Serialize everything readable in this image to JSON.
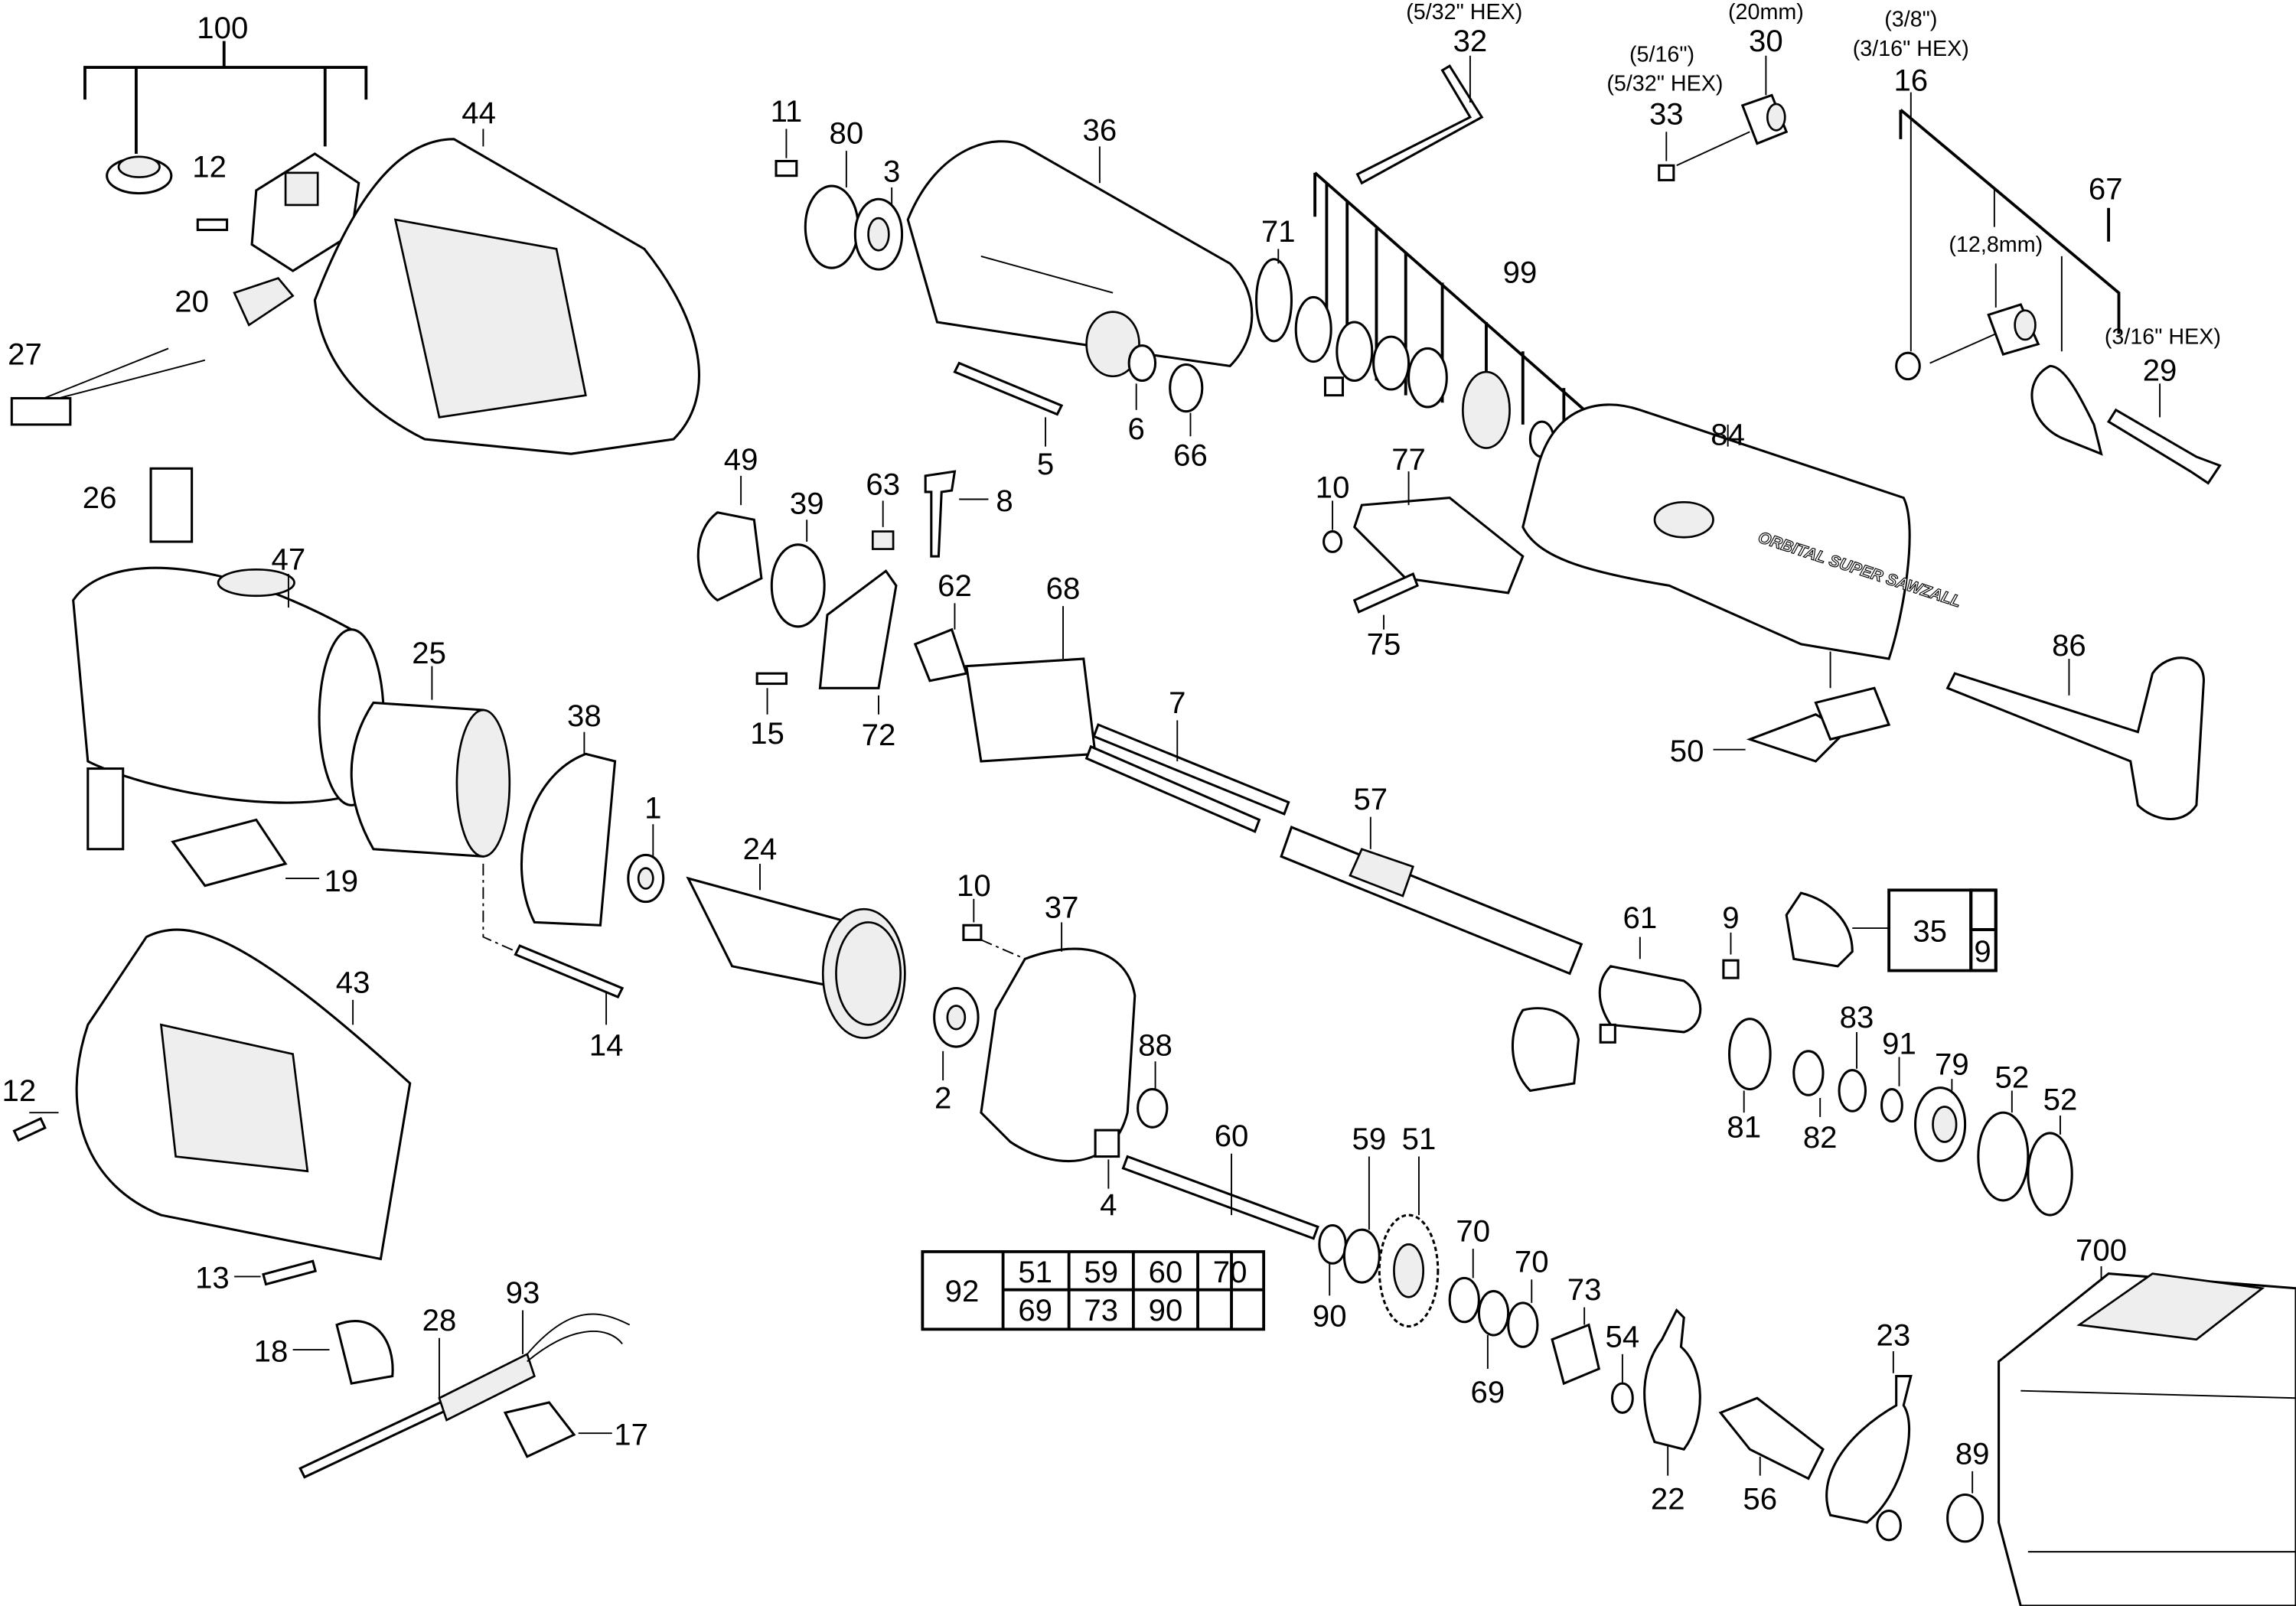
{
  "diagram": {
    "labels": {
      "l100": "100",
      "l44": "44",
      "l12a": "12",
      "l20": "20",
      "l27": "27",
      "l26": "26",
      "l47": "47",
      "l25": "25",
      "l38": "38",
      "l1": "1",
      "l19": "19",
      "l24": "24",
      "l43": "43",
      "l12b": "12",
      "l14": "14",
      "l13": "13",
      "l18": "18",
      "l28": "28",
      "l93": "93",
      "l17": "17",
      "l11": "11",
      "l80": "80",
      "l3": "3",
      "l36": "36",
      "l71": "71",
      "l5": "5",
      "l6": "6",
      "l66": "66",
      "l49": "49",
      "l39": "39",
      "l63": "63",
      "l8": "8",
      "l62": "62",
      "l68": "68",
      "l15": "15",
      "l72": "72",
      "l7": "7",
      "l57": "57",
      "l32": "32",
      "l33": "33",
      "l30": "30",
      "l16": "16",
      "l67": "67",
      "l29": "29",
      "l99": "99",
      "l84": "84",
      "l77": "77",
      "l10a": "10",
      "l75": "75",
      "l86": "86",
      "l50": "50",
      "l10b": "10",
      "l37": "37",
      "l61": "61",
      "l9": "9",
      "l2": "2",
      "l88": "88",
      "l4": "4",
      "l60": "60",
      "l81": "81",
      "l82": "82",
      "l83": "83",
      "l91": "91",
      "l79": "79",
      "l52a": "52",
      "l52b": "52",
      "l59": "59",
      "l51": "51",
      "l70a": "70",
      "l70b": "70",
      "l73": "73",
      "l54": "54",
      "l90": "90",
      "l69": "69",
      "l22": "22",
      "l56": "56",
      "l23": "23",
      "l89": "89",
      "l700": "700"
    },
    "sizes": {
      "s32": "(5/32\" HEX)",
      "s33a": "(5/16\")",
      "s33b": "(5/32\" HEX)",
      "s30": "(20mm)",
      "s16a": "(3/8\")",
      "s16b": "(3/16\" HEX)",
      "s67": "(12,8mm)",
      "s29": "(3/16\" HEX)"
    },
    "kit_table_35": {
      "main": "35",
      "items": [
        "9"
      ]
    },
    "kit_table_92": {
      "main": "92",
      "row1": [
        "51",
        "59",
        "60",
        "70"
      ],
      "row2": [
        "69",
        "73",
        "90",
        ""
      ]
    },
    "housing_logo": "ORBITAL SUPER SAWZALL"
  }
}
